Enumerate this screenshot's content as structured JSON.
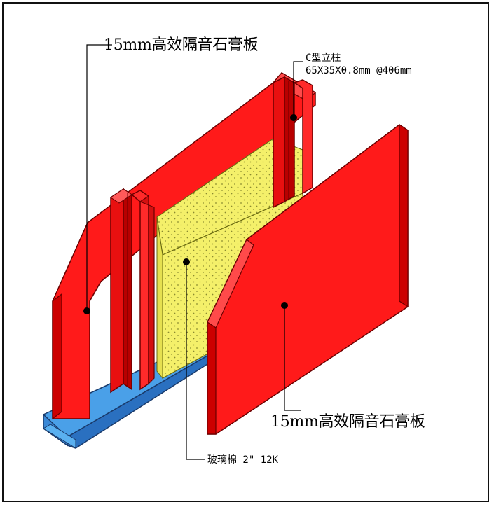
{
  "labels": {
    "board_top": "15mm高效隔音石膏板",
    "stud_title": "C型立柱",
    "stud_spec": "65X35X0.8mm @406mm",
    "board_bottom": "15mm高效隔音石膏板",
    "insulation": "玻璃棉 2\" 12K"
  },
  "colors": {
    "board": "#ff1a1a",
    "board_edge": "#7a0000",
    "stud": "#e81010",
    "insulation": "#f4f06a",
    "track": "#4aa0e8",
    "track_dark": "#2a70c0",
    "leader": "#000000"
  }
}
